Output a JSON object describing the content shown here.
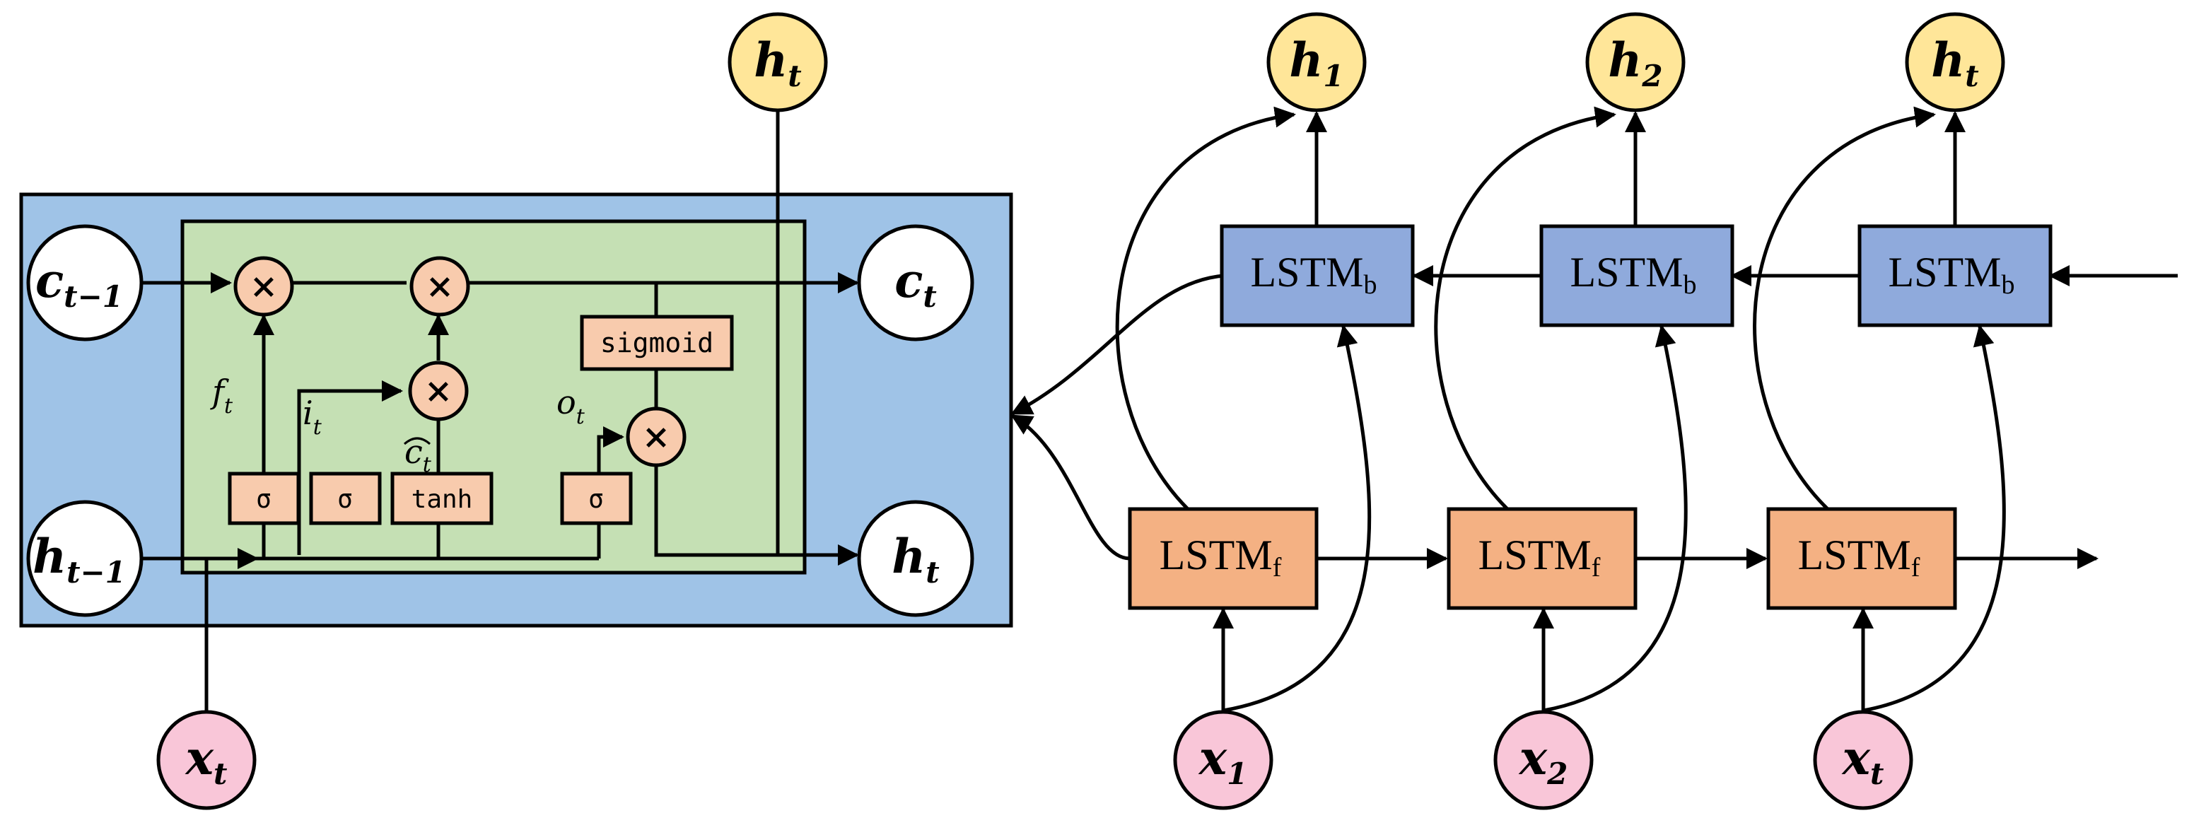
{
  "cell": {
    "c_prev": {
      "base": "c",
      "sub": "t−1"
    },
    "c_next": {
      "base": "c",
      "sub": "t"
    },
    "h_prev": {
      "base": "h",
      "sub": "t−1"
    },
    "h_next": {
      "base": "h",
      "sub": "t"
    },
    "h_top": {
      "base": "h",
      "sub": "t"
    },
    "x_in": {
      "base": "x",
      "sub": "t"
    },
    "ops": [
      "×",
      "×",
      "×",
      "×"
    ],
    "gates": [
      "σ",
      "σ",
      "tanh",
      "σ"
    ],
    "sigmoid_label": "sigmoid",
    "labels": {
      "f": {
        "base": "f",
        "sub": "t"
      },
      "i": {
        "base": "i",
        "sub": "t"
      },
      "o": {
        "base": "o",
        "sub": "t"
      },
      "c_tilde": {
        "base": "c",
        "sub": "t"
      }
    }
  },
  "bilstm": {
    "block_base": "LSTM",
    "backward_sub": "b",
    "forward_sub": "f",
    "outputs": [
      {
        "base": "h",
        "sub": "1"
      },
      {
        "base": "h",
        "sub": "2"
      },
      {
        "base": "h",
        "sub": "t"
      }
    ],
    "inputs": [
      {
        "base": "x",
        "sub": "1"
      },
      {
        "base": "x",
        "sub": "2"
      },
      {
        "base": "x",
        "sub": "t"
      }
    ]
  },
  "colors": {
    "cell_outer": "#9fc3e7",
    "cell_inner": "#c5e0b4",
    "gate": "#f8cbad",
    "forward_block": "#f4b183",
    "backward_block": "#8faadc",
    "output_node": "#ffe699",
    "input_node": "#f9c6d8",
    "state_node": "#ffffff"
  }
}
